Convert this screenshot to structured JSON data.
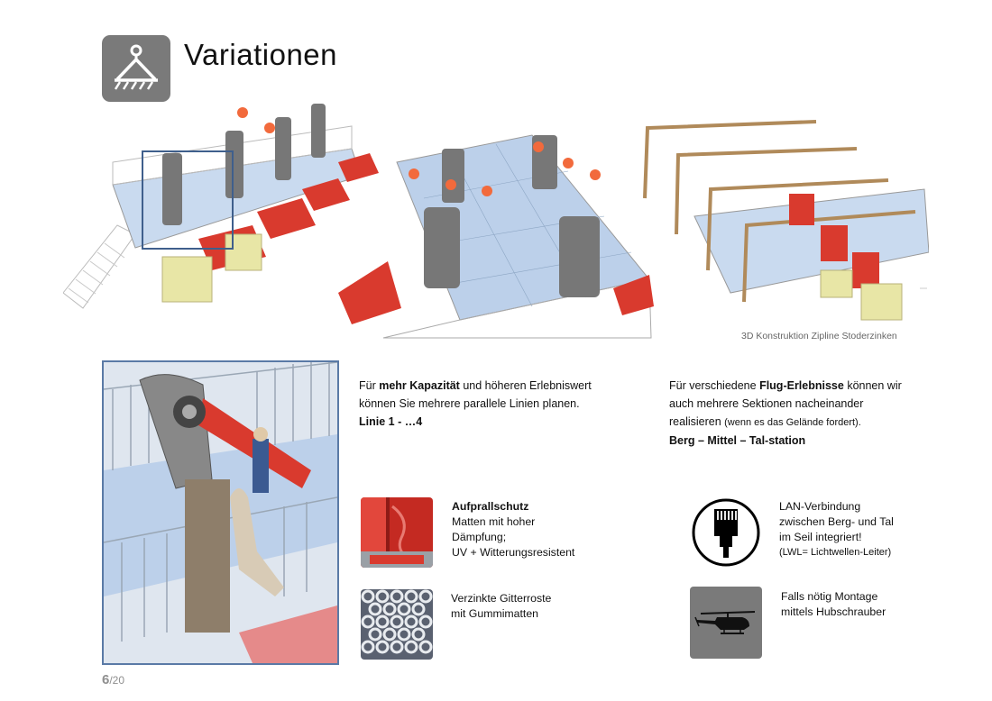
{
  "title": "Variationen",
  "caption": "3D Konstruktion Zipline Stoderzinken",
  "left_text": {
    "pre1": "Für ",
    "bold1": "mehr Kapazität",
    "post1": " und höheren Erlebniswert",
    "line2": "können Sie mehrere parallele Linien planen.",
    "line3": "Linie 1 - …4"
  },
  "right_text": {
    "pre1": "Für verschiedene ",
    "bold1": "Flug-Erlebnisse",
    "post1": " können wir",
    "line2": "auch mehrere Sektionen nacheinander",
    "line3_main": "realisieren ",
    "line3_small": "(wenn es das Gelände fordert).",
    "line4": "Berg – Mittel – Tal-station"
  },
  "features": {
    "impact": {
      "title": "Aufprallschutz",
      "line1": "Matten mit hoher",
      "line2": "Dämpfung;",
      "line3": "UV + Witterungsresistent"
    },
    "grate": {
      "line1": "Verzinkte Gitterroste",
      "line2": "mit Gummimatten"
    },
    "lan": {
      "line1": "LAN-Verbindung",
      "line2": "zwischen Berg- und Tal",
      "line3": "im Seil integriert!",
      "line4": "(LWL= Lichtwellen-Leiter)"
    },
    "heli": {
      "line1": "Falls nötig Montage",
      "line2": "mittels Hubschrauber"
    }
  },
  "page": {
    "current": "6",
    "total": "/20"
  },
  "icons": {
    "logo": "zipline-anchor-icon",
    "lan": "ethernet-plug-icon",
    "heli": "helicopter-icon"
  },
  "colors": {
    "logo_bg": "#7a7a7a",
    "frame_border": "#5a7aa6",
    "platform_blue": "#a9c3e3",
    "mat_red": "#d93a2e",
    "base_yellow": "#e8e6a6",
    "ball_orange": "#f26a3c"
  }
}
